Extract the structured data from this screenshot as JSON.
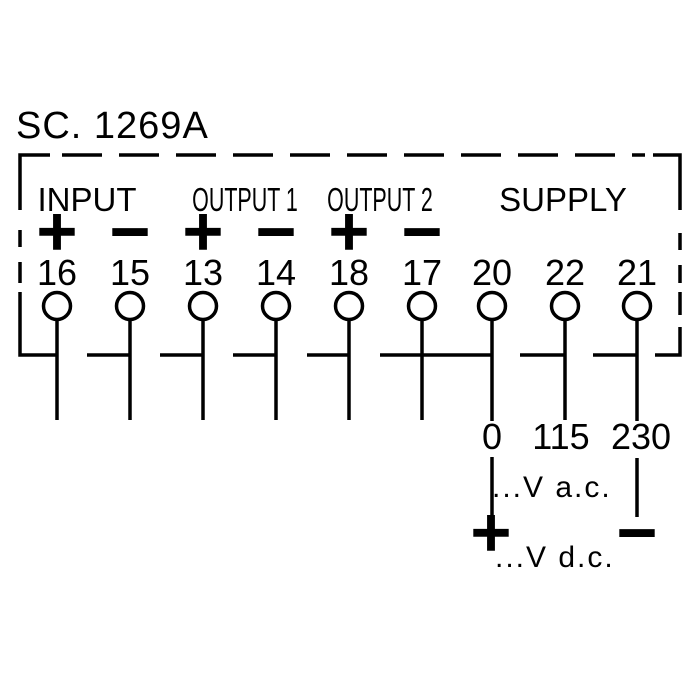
{
  "title": "SC. 1269A",
  "colors": {
    "line": "#000000",
    "background": "#ffffff"
  },
  "sections": [
    {
      "label": "INPUT"
    },
    {
      "label": "OUTPUT 1"
    },
    {
      "label": "OUTPUT 2"
    },
    {
      "label": "SUPPLY"
    }
  ],
  "terminals": [
    {
      "number": "16",
      "polarity": "+",
      "section": "INPUT"
    },
    {
      "number": "15",
      "polarity": "−",
      "section": "INPUT"
    },
    {
      "number": "13",
      "polarity": "+",
      "section": "OUTPUT 1"
    },
    {
      "number": "14",
      "polarity": "−",
      "section": "OUTPUT 1"
    },
    {
      "number": "18",
      "polarity": "+",
      "section": "OUTPUT 2"
    },
    {
      "number": "17",
      "polarity": "−",
      "section": "OUTPUT 2"
    },
    {
      "number": "20",
      "section": "SUPPLY"
    },
    {
      "number": "22",
      "section": "SUPPLY"
    },
    {
      "number": "21",
      "section": "SUPPLY"
    }
  ],
  "supply": {
    "taps": [
      {
        "label": "0"
      },
      {
        "label": "115"
      },
      {
        "label": "230"
      }
    ],
    "ac_text": "...V a.c.",
    "dc_plus": "+",
    "dc_minus": "−",
    "dc_text": "...V d.c."
  }
}
